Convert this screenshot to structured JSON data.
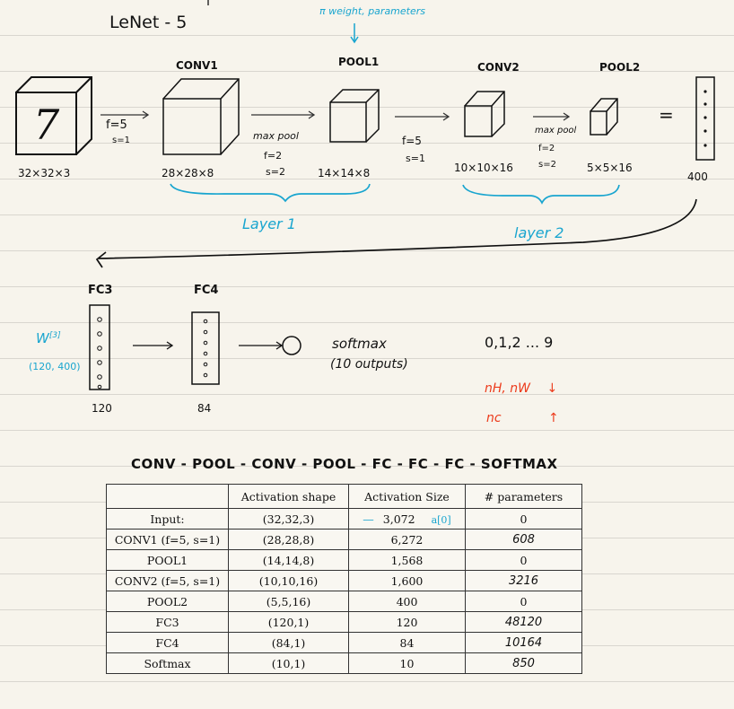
{
  "title": "LeNet - 5",
  "note_top": "π weight, parameters",
  "layers_top": {
    "conv1": "CONV1",
    "pool1": "POOL1",
    "conv2": "CONV2",
    "pool2": "POOL2"
  },
  "shapes_top": {
    "input": "32×32×3",
    "conv1": "28×28×8",
    "pool1": "14×14×8",
    "conv2": "10×10×16",
    "pool2": "5×5×16",
    "flat": "400"
  },
  "ops": {
    "a1": "f=5",
    "a1b": "s=1",
    "a2": "max pool",
    "a2b": "f=2",
    "a2c": "s=2",
    "a3": "f=5",
    "a3b": "s=1",
    "a4": "max pool",
    "a4b": "f=2",
    "a4c": "s=2"
  },
  "input_digit": "7",
  "equals": "=",
  "layer_groups": {
    "layer1": "Layer 1",
    "layer2": "layer 2"
  },
  "fc": {
    "fc3": "FC3",
    "fc4": "FC4",
    "fc3_size": "120",
    "fc4_size": "84",
    "w_label": "W",
    "w_sup": "[3]",
    "w_shape": "(120, 400)",
    "softmax": "softmax",
    "softmax_sub": "(10 outputs)",
    "outputs": "0,1,2 ... 9"
  },
  "trends": {
    "nh_nw": "nH, nW",
    "nh_nw_arrow": "↓",
    "nc": "nc",
    "nc_arrow": "↑"
  },
  "sequence": "CONV - POOL - CONV - POOL - FC - FC - FC - SOFTMAX",
  "table": {
    "headers": [
      "",
      "Activation shape",
      "Activation Size",
      "# parameters"
    ],
    "rows": [
      {
        "name": "Input:",
        "shape": "(32,32,3)",
        "size": "3,072",
        "params": "0"
      },
      {
        "name": "CONV1 (f=5, s=1)",
        "shape": "(28,28,8)",
        "size": "6,272",
        "params": "608"
      },
      {
        "name": "POOL1",
        "shape": "(14,14,8)",
        "size": "1,568",
        "params": "0"
      },
      {
        "name": "CONV2 (f=5, s=1)",
        "shape": "(10,10,16)",
        "size": "1,600",
        "params": "3216"
      },
      {
        "name": "POOL2",
        "shape": "(5,5,16)",
        "size": "400",
        "params": "0"
      },
      {
        "name": "FC3",
        "shape": "(120,1)",
        "size": "120",
        "params": "48120"
      },
      {
        "name": "FC4",
        "shape": "(84,1)",
        "size": "84",
        "params": "10164"
      },
      {
        "name": "Softmax",
        "shape": "(10,1)",
        "size": "10",
        "params": "850"
      }
    ],
    "input_size_dash": "—",
    "input_size_note": "a[0]"
  },
  "colors": {
    "background": "#f7f4ec",
    "ink": "#111111",
    "annotation_cyan": "#19a5cf",
    "annotation_red": "#ec3b1c"
  }
}
